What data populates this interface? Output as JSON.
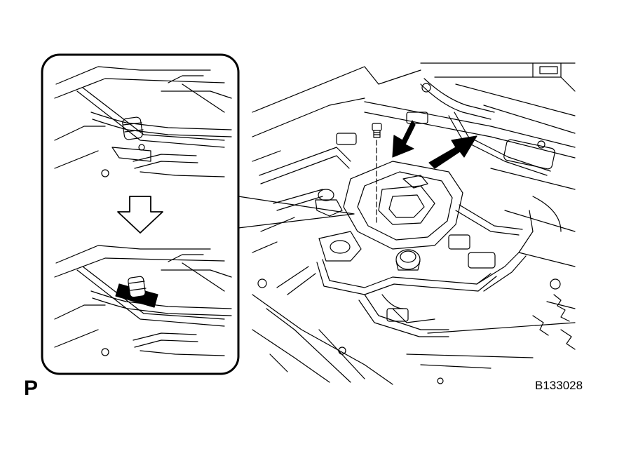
{
  "figure": {
    "corner_label": "P",
    "figure_id": "B133028"
  },
  "colors": {
    "line": "#000000",
    "background": "#ffffff"
  },
  "parts": {
    "detail_inset": "clamp-detail-inset",
    "step_arrow": "down-arrow-icon",
    "bolt": "bolt-icon",
    "removal_arrows": [
      "push-arrow-icon",
      "pull-arrow-icon"
    ]
  }
}
